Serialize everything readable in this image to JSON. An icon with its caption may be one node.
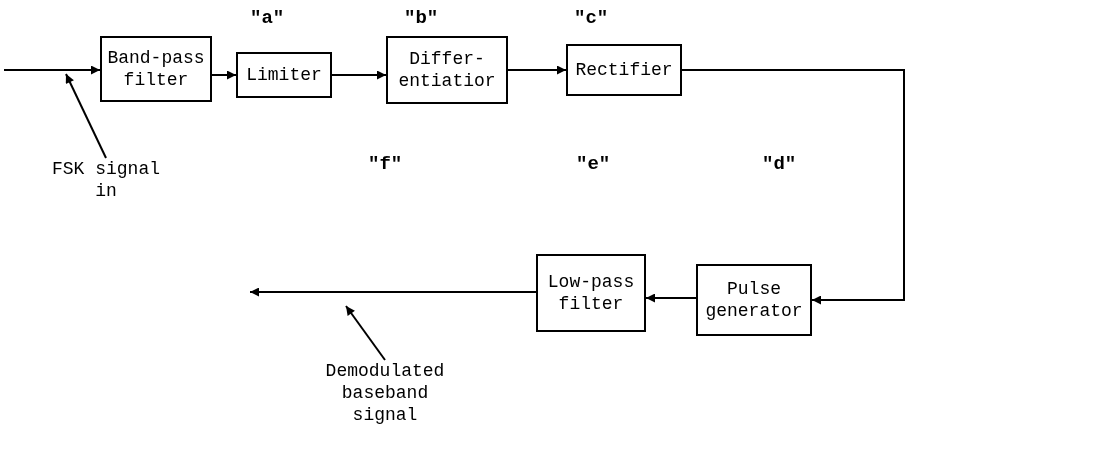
{
  "diagram": {
    "nodes": [
      {
        "text": [
          "Band-pass filter"
        ]
      },
      {
        "text": [
          "Limiter"
        ]
      },
      {
        "text": [
          "Differ- entiatior"
        ]
      },
      {
        "text": [
          "Rectifier"
        ]
      },
      {
        "text": [
          "FSK signal in"
        ]
      },
      {
        "text": [
          "Low-pass filter"
        ]
      },
      {
        "text": [
          "Pulse generator"
        ]
      },
      {
        "text": [
          "Demodulated baseband signal"
        ]
      }
    ],
    "edges": [
      {
        "from": null,
        "to": 0,
        "arrow": "to"
      },
      {
        "from": 0,
        "to": 1,
        "arrow": "to"
      },
      {
        "from": 1,
        "to": 2,
        "arrow": "to"
      },
      {
        "from": 2,
        "to": 3,
        "arrow": "to"
      },
      {
        "from": 3,
        "to": 6,
        "arrow": "to"
      },
      {
        "from": 6,
        "to": 5,
        "arrow": "to"
      },
      {
        "from": 5,
        "to": null,
        "arrow": "to"
      },
      {
        "from": 4,
        "to": null,
        "arrow": "to"
      },
      {
        "from": 7,
        "to": null,
        "arrow": "to"
      }
    ],
    "labels": [
      "\"a\"",
      "\"b\"",
      "\"c\"",
      "\"f\"",
      "\"e\"",
      "\"d\""
    ]
  }
}
